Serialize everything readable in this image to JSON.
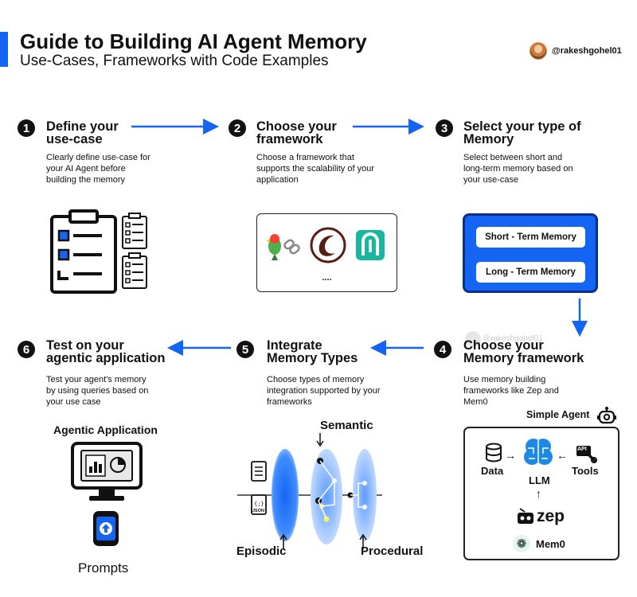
{
  "header": {
    "title": "Guide to Building AI Agent Memory",
    "subtitle": "Use-Cases, Frameworks with Code Examples",
    "handle": "@rakeshgohel01"
  },
  "steps": [
    {
      "num": "1",
      "title_l1": "Define your",
      "title_l2": "use-case",
      "desc_l1": "Clearly define use-case for",
      "desc_l2": "your AI Agent before",
      "desc_l3": "building the memory"
    },
    {
      "num": "2",
      "title_l1": "Choose your",
      "title_l2": "framework",
      "desc_l1": "Choose a framework that",
      "desc_l2": "supports the scalability of your",
      "desc_l3": "application"
    },
    {
      "num": "3",
      "title_l1": "Select your type of",
      "title_l2": "Memory",
      "desc_l1": "Select between short and",
      "desc_l2": "long-term memory based on",
      "desc_l3": "your use-case"
    },
    {
      "num": "4",
      "title_l1": "Choose your",
      "title_l2": "Memory framework",
      "desc_l1": "Use memory building",
      "desc_l2": "frameworks like Zep and",
      "desc_l3": "Mem0"
    },
    {
      "num": "5",
      "title_l1": "Integrate",
      "title_l2": "Memory Types",
      "desc_l1": "Choose types of memory",
      "desc_l2": "integration supported by your",
      "desc_l3": "frameworks"
    },
    {
      "num": "6",
      "title_l1": "Test on your",
      "title_l2": "agentic application",
      "desc_l1": "Test your agent's memory",
      "desc_l2": "by using queries based on",
      "desc_l3": "your use case"
    }
  ],
  "frameworks_box": {
    "ellipsis": "...."
  },
  "memory_types": {
    "short": "Short - Term Memory",
    "long": "Long - Term Memory"
  },
  "watermark": "@rakeshgohel01",
  "agent": {
    "title": "Simple Agent",
    "data": "Data",
    "llm": "LLM",
    "tools": "Tools",
    "api": "API",
    "zep": "zep",
    "mem0": "Mem0"
  },
  "integration": {
    "semantic": "Semantic",
    "episodic": "Episodic",
    "procedural": "Procedural",
    "json": "JSON"
  },
  "testing": {
    "app_label": "Agentic Application",
    "prompts": "Prompts"
  },
  "colors": {
    "accent": "#1565f5",
    "dark": "#111111"
  }
}
